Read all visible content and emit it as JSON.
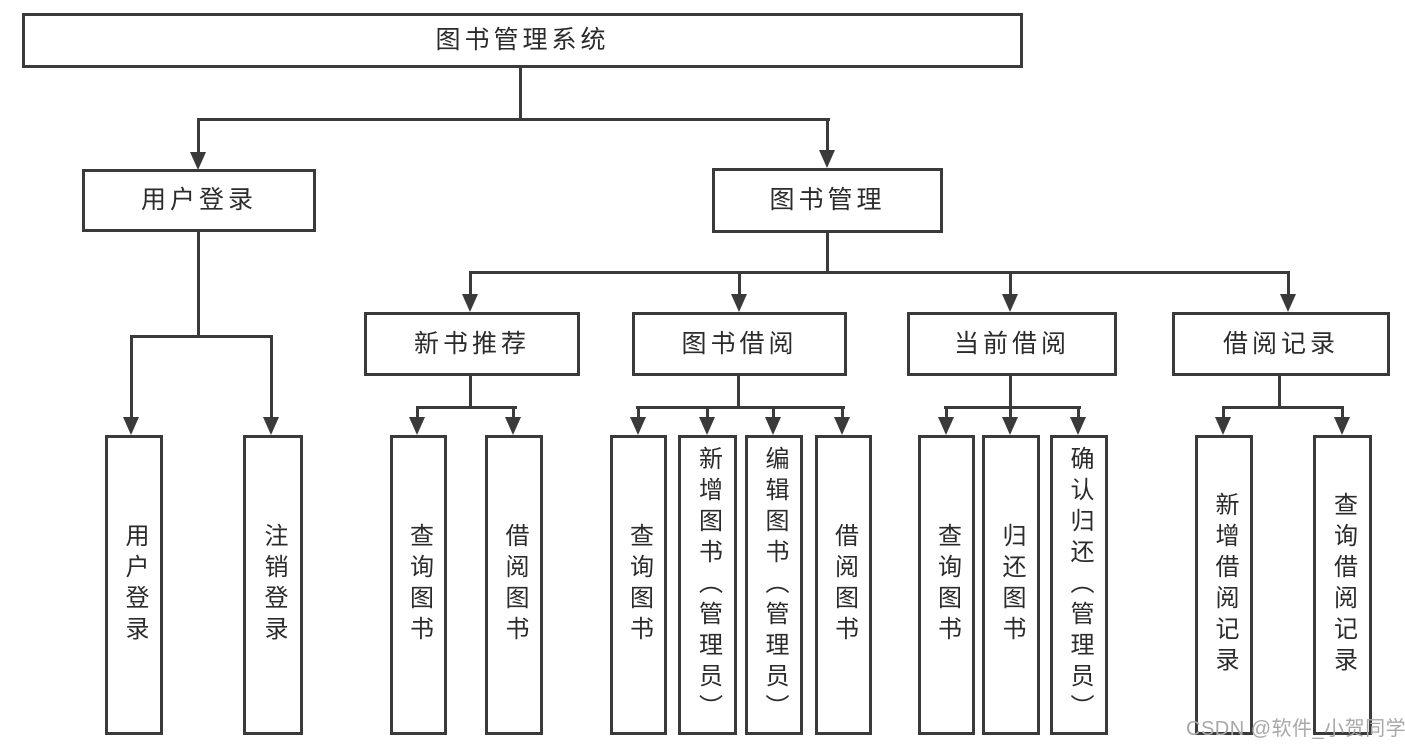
{
  "diagram": {
    "root": {
      "label": "图书管理系统"
    },
    "branches": [
      {
        "label": "用户登录",
        "children": [
          {
            "label": "用户登录"
          },
          {
            "label": "注销登录"
          }
        ]
      },
      {
        "label": "图书管理",
        "children": [
          {
            "label": "新书推荐",
            "children": [
              {
                "label": "查询图书"
              },
              {
                "label": "借阅图书"
              }
            ]
          },
          {
            "label": "图书借阅",
            "children": [
              {
                "label": "查询图书"
              },
              {
                "label": "新增图书（管理员）"
              },
              {
                "label": "编辑图书（管理员）"
              },
              {
                "label": "借阅图书"
              }
            ]
          },
          {
            "label": "当前借阅",
            "children": [
              {
                "label": "查询图书"
              },
              {
                "label": "归还图书"
              },
              {
                "label": "确认归还（管理员）"
              }
            ]
          },
          {
            "label": "借阅记录",
            "children": [
              {
                "label": "新增借阅记录"
              },
              {
                "label": "查询借阅记录"
              }
            ]
          }
        ]
      }
    ]
  },
  "watermark": {
    "text": "CSDN @软件_小贺同学"
  },
  "colors": {
    "line": "#3a3a3a",
    "text": "#2b2b2b",
    "watermark": "#a8a8a8",
    "background": "#ffffff"
  }
}
